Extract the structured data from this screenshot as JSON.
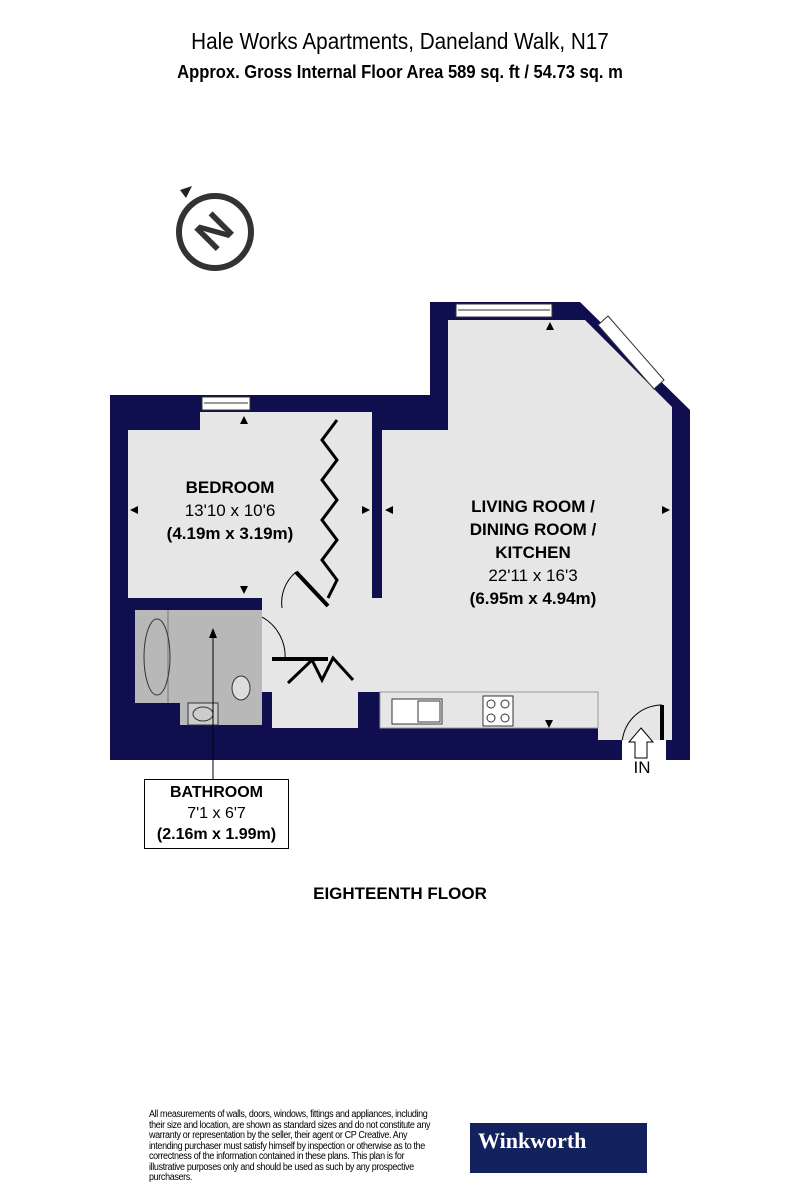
{
  "header": {
    "title": "Hale Works Apartments, Daneland Walk, N17",
    "subtitle": "Approx. Gross Internal Floor Area 589 sq. ft / 54.73 sq. m"
  },
  "compass": {
    "label": "N",
    "icon": "north-arrow-compass-icon"
  },
  "rooms": {
    "bedroom": {
      "name": "BEDROOM",
      "imperial": "13'10 x 10'6",
      "metric": "(4.19m x 3.19m)"
    },
    "living": {
      "name_lines": [
        "LIVING ROOM /",
        "DINING ROOM /",
        "KITCHEN"
      ],
      "imperial": "22'11 x 16'3",
      "metric": "(6.95m x 4.94m)"
    },
    "bathroom": {
      "name": "BATHROOM",
      "imperial": "7'1 x 6'7",
      "metric": "(2.16m x 1.99m)"
    }
  },
  "entrance_label": "IN",
  "floor_label": "EIGHTEENTH FLOOR",
  "disclaimer": "All measurements of walls, doors, windows, fittings and appliances, including their size and location, are shown as standard sizes and do not constitute any warranty or representation by the seller, their agent or CP Creative. Any intending purchaser must satisfy himself by inspection or otherwise as to the correctness of the information contained in these plans. This plan is for illustrative purposes only and should be used as such by any prospective purchasers.",
  "logo": {
    "text": "Winkworth"
  },
  "colors": {
    "wall": "#0f0f4f",
    "floor": "#e6e6e6",
    "bathroom": "#b8b8b8",
    "logo_bg": "#13215e"
  }
}
